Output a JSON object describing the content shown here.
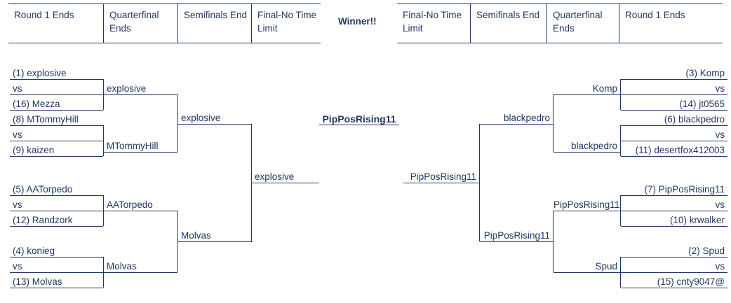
{
  "header": {
    "left_columns": [
      {
        "label": "Round 1 Ends"
      },
      {
        "label": "Quarterfinal Ends"
      },
      {
        "label": "Semifinals End"
      },
      {
        "label": "Final-No Time Limit"
      }
    ],
    "center_label": "Winner!!",
    "right_columns": [
      {
        "label": "Final-No Time Limit"
      },
      {
        "label": "Semifinals End"
      },
      {
        "label": "Quarterfinal Ends"
      },
      {
        "label": "Round 1 Ends"
      }
    ]
  },
  "champion": "PipPosRising11",
  "colors": {
    "ink": "#1F3864",
    "line": "#1F3864",
    "background": "#FFFFFF"
  },
  "left_bracket": {
    "round1": [
      {
        "top": "(1) explosive",
        "vs": "vs",
        "bottom": "(16) Mezza"
      },
      {
        "top": "(8) MTommyHill",
        "vs": "vs",
        "bottom": "(9) kaizen"
      },
      {
        "top": "(5) AATorpedo",
        "vs": "vs",
        "bottom": "(12) Randzork"
      },
      {
        "top": "(4) konieg",
        "vs": "vs",
        "bottom": "(13) Molvas"
      }
    ],
    "quarterfinals": [
      {
        "winner": "explosive"
      },
      {
        "winner": "MTommyHill"
      },
      {
        "winner": "AATorpedo"
      },
      {
        "winner": "Molvas"
      }
    ],
    "semifinals": [
      {
        "winner": "explosive"
      },
      {
        "winner": "Molvas"
      }
    ],
    "final": [
      {
        "winner": "explosive"
      }
    ]
  },
  "right_bracket": {
    "round1": [
      {
        "top": "(3) Komp",
        "vs": "vs",
        "bottom": "(14) jt0565"
      },
      {
        "top": "(6) blackpedro",
        "vs": "vs",
        "bottom": "(11) desertfox412003"
      },
      {
        "top": "(7) PipPosRising11",
        "vs": "vs",
        "bottom": "(10) krwalker"
      },
      {
        "top": "(2) Spud",
        "vs": "vs",
        "bottom": "(15) cnty9047@"
      }
    ],
    "quarterfinals": [
      {
        "winner": "Komp"
      },
      {
        "winner": "blackpedro"
      },
      {
        "winner": "PipPosRising11"
      },
      {
        "winner": "Spud"
      }
    ],
    "semifinals": [
      {
        "winner": "blackpedro"
      },
      {
        "winner": "PipPosRising11"
      }
    ],
    "final": [
      {
        "winner": "PipPosRising11"
      }
    ]
  }
}
